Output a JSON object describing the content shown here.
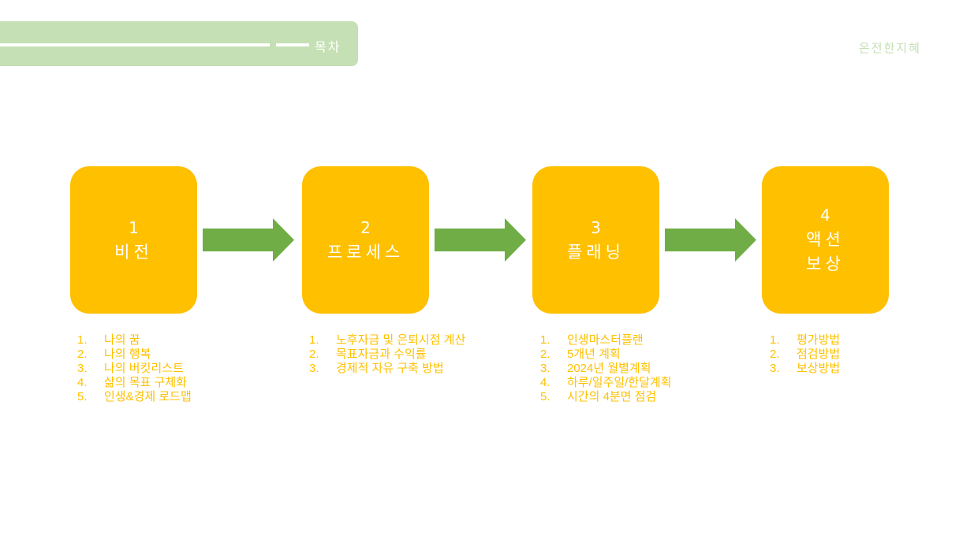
{
  "header": {
    "title": "목차",
    "brand": "온전한지혜"
  },
  "colors": {
    "header_bg": "#c5e0b4",
    "box": "#ffc000",
    "arrow": "#70ad47",
    "list_text": "#ffc000"
  },
  "steps": [
    {
      "number": "1",
      "title_lines": [
        "비전"
      ],
      "items": [
        "나의 꿈",
        "나의 행복",
        "나의 버킷리스트",
        "삶의 목표 구체화",
        "인생&경제 로드맵"
      ]
    },
    {
      "number": "2",
      "title_lines": [
        "프로세스"
      ],
      "items": [
        "노후자금 및 은퇴시점 계산",
        "목표자금과 수익률",
        "경제적 자유 구축 방법"
      ]
    },
    {
      "number": "3",
      "title_lines": [
        "플래닝"
      ],
      "items": [
        "인생마스터플랜",
        "5개년 계획",
        "2024년 월별계획",
        "하루/일주일/한달계획",
        "시간의 4분면 점검"
      ]
    },
    {
      "number": "4",
      "title_lines": [
        "액션",
        "보상"
      ],
      "items": [
        "평가방법",
        "점검방법",
        "보상방법"
      ]
    }
  ],
  "arrow_icon": "right-arrow-icon"
}
